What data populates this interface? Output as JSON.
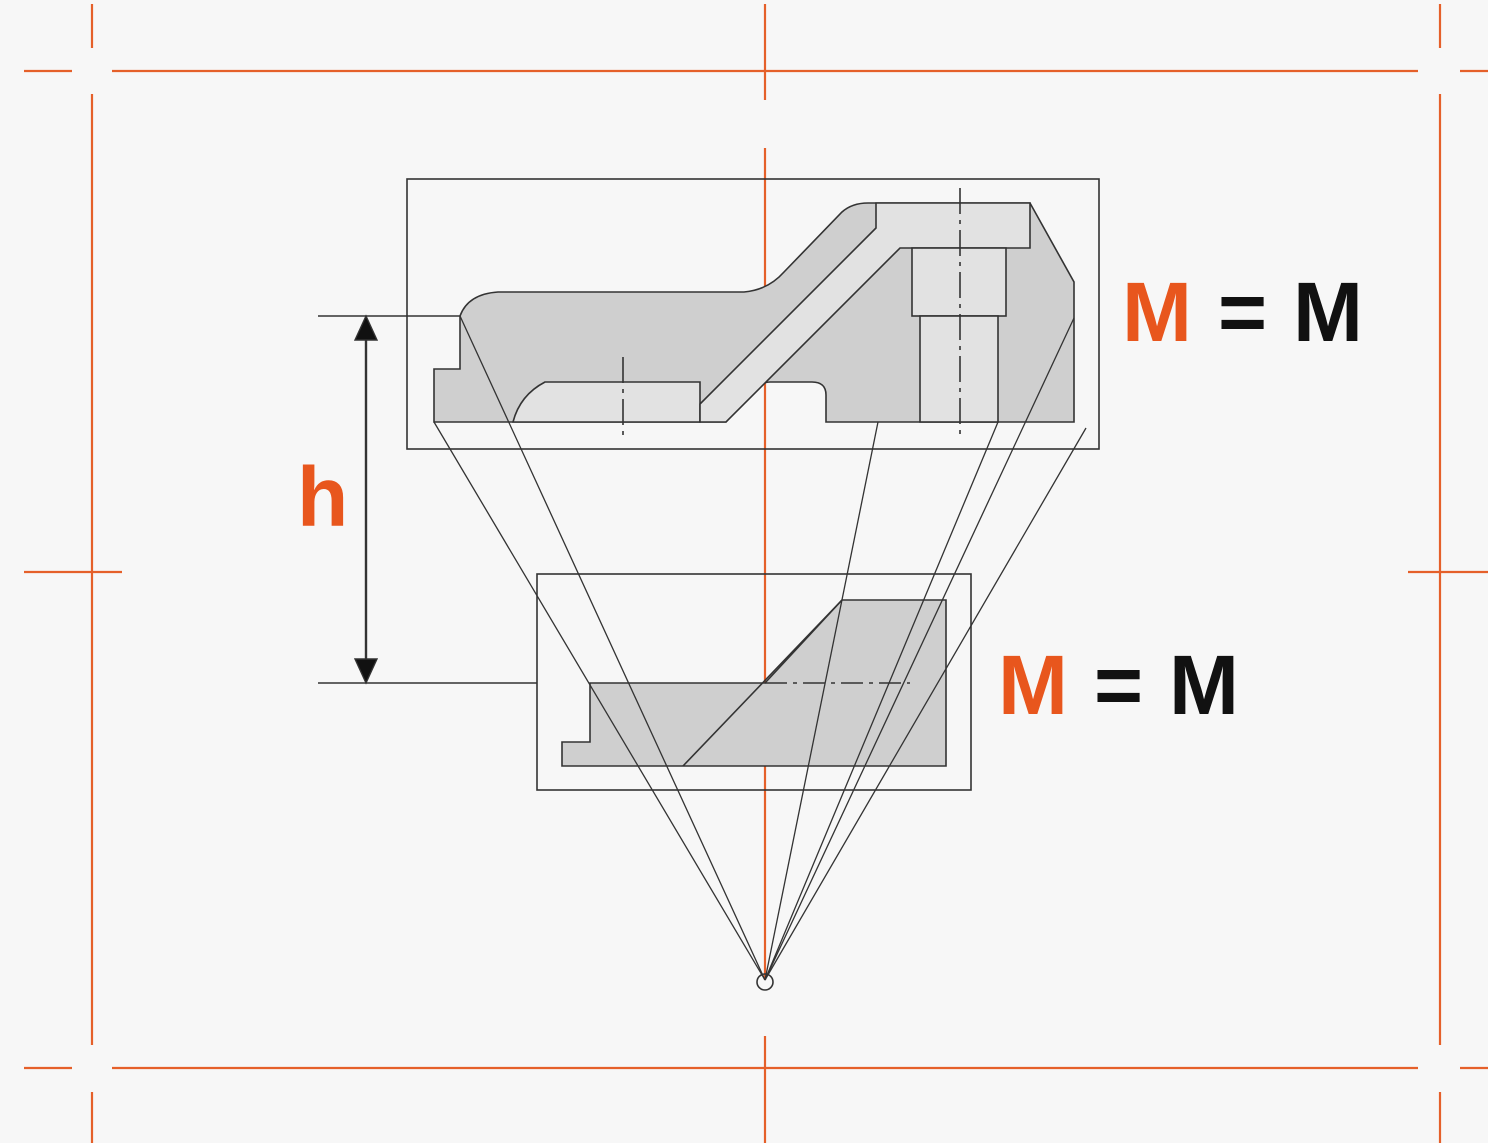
{
  "colors": {
    "frame_lines": "#e5602a",
    "accent_text": "#e8561d",
    "ink": "#111111",
    "part_fill": "#cfcfcf",
    "part_light_fill": "#e6e6e6",
    "background": "#f7f7f7"
  },
  "labels": {
    "height": "h",
    "top_equation": {
      "left": "M",
      "sign": "=",
      "right": "M"
    },
    "bottom_equation": {
      "left": "M",
      "sign": "=",
      "right": "M"
    }
  }
}
